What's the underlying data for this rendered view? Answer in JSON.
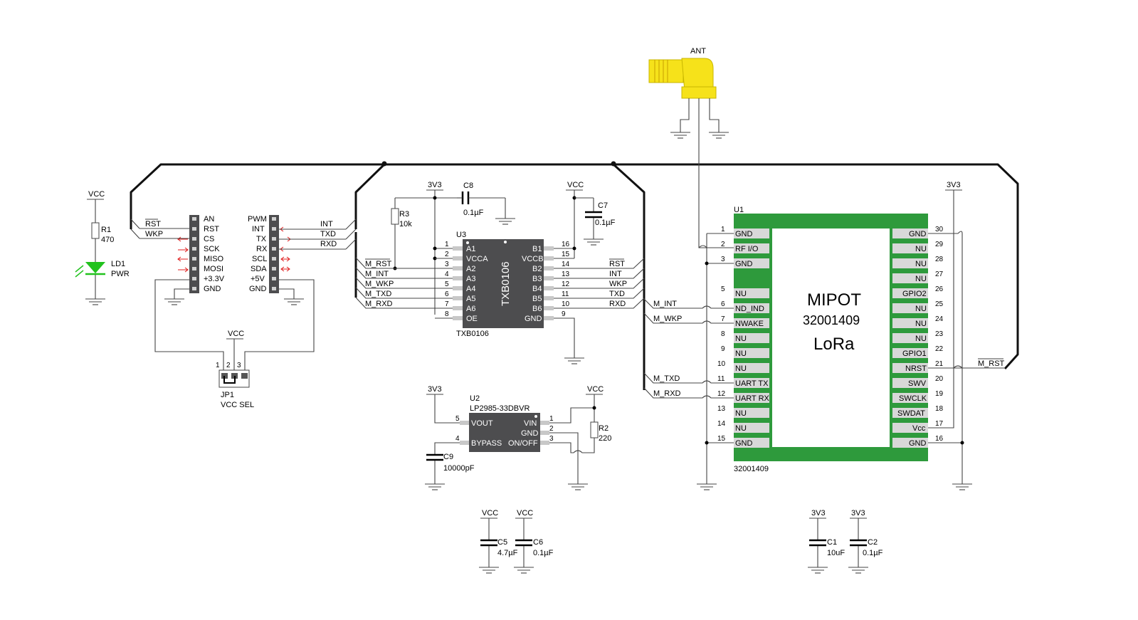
{
  "labels": {
    "ant": "ANT",
    "vcc": "VCC",
    "v33": "3V3"
  },
  "components": {
    "r1": {
      "ref": "R1",
      "value": "470"
    },
    "ld1": {
      "ref": "LD1",
      "value": "PWR"
    },
    "r3": {
      "ref": "R3",
      "value": "10k"
    },
    "c8": {
      "ref": "C8",
      "value": "0.1µF"
    },
    "c7": {
      "ref": "C7",
      "value": "0.1µF"
    },
    "jp1": {
      "ref": "JP1",
      "value": "VCC SEL",
      "pins": [
        "1",
        "2",
        "3"
      ]
    },
    "u3": {
      "ref": "U3",
      "part": "TXB0106"
    },
    "u2": {
      "ref": "U2",
      "part": "LP2985-33DBVR"
    },
    "r2": {
      "ref": "R2",
      "value": "220"
    },
    "c9": {
      "ref": "C9",
      "value": "10000pF"
    },
    "c5": {
      "ref": "C5",
      "value": "4.7µF"
    },
    "c6": {
      "ref": "C6",
      "value": "0.1µF"
    },
    "c1": {
      "ref": "C1",
      "value": "10uF"
    },
    "c2": {
      "ref": "C2",
      "value": "0.1µF"
    },
    "u1": {
      "ref": "U1",
      "part": "32001409",
      "title1": "MIPOT",
      "title2": "32001409",
      "title3": "LoRa"
    }
  },
  "mikrobus": {
    "left_pins": [
      "AN",
      "RST",
      "CS",
      "SCK",
      "MISO",
      "MOSI",
      "+3.3V",
      "GND"
    ],
    "right_pins": [
      "PWM",
      "INT",
      "TX",
      "RX",
      "SCL",
      "SDA",
      "+5V",
      "GND"
    ],
    "left_nets": [
      "RST",
      "WKP"
    ],
    "right_nets": [
      "INT",
      "TXD",
      "RXD"
    ]
  },
  "u3_pins": {
    "left_names": [
      "A1",
      "VCCA",
      "A2",
      "A3",
      "A4",
      "A5",
      "A6",
      "OE"
    ],
    "left_nums": [
      "1",
      "2",
      "3",
      "4",
      "5",
      "6",
      "7",
      "8"
    ],
    "right_names": [
      "B1",
      "VCCB",
      "B2",
      "B3",
      "B4",
      "B5",
      "B6",
      "GND"
    ],
    "right_nums": [
      "16",
      "15",
      "14",
      "13",
      "12",
      "11",
      "10",
      "9"
    ],
    "left_nets": [
      "M_RST",
      "M_INT",
      "M_WKP",
      "M_TXD",
      "M_RXD"
    ],
    "right_nets": [
      "RST",
      "INT",
      "WKP",
      "TXD",
      "RXD"
    ]
  },
  "u2_pins": {
    "left_names": [
      "VOUT",
      "BYPASS"
    ],
    "left_nums": [
      "5",
      "4"
    ],
    "right_names": [
      "VIN",
      "GND",
      "ON/OFF"
    ],
    "right_nums": [
      "1",
      "2",
      "3"
    ]
  },
  "u1_pins": {
    "left_names": [
      "GND",
      "RF I/O",
      "GND",
      "NU",
      "ND_IND",
      "NWAKE",
      "NU",
      "NU",
      "NU",
      "UART TX",
      "UART RX",
      "NU",
      "NU",
      "GND"
    ],
    "left_nums": [
      "1",
      "2",
      "3",
      "5",
      "6",
      "7",
      "8",
      "9",
      "10",
      "11",
      "12",
      "13",
      "14",
      "15"
    ],
    "right_names": [
      "GND",
      "NU",
      "NU",
      "NU",
      "GPIO2",
      "NU",
      "NU",
      "NU",
      "GPIO1",
      "NRST",
      "SWV",
      "SWCLK",
      "SWDAT",
      "Vcc",
      "GND"
    ],
    "right_nums": [
      "30",
      "29",
      "28",
      "27",
      "26",
      "25",
      "24",
      "23",
      "22",
      "21",
      "20",
      "19",
      "18",
      "17",
      "16"
    ],
    "left_nets": [
      "M_INT",
      "M_WKP",
      "M_TXD",
      "M_RXD"
    ],
    "right_net": "M_RST"
  },
  "colors": {
    "chip": "#4d4d4f",
    "pin": "#c8c8c8",
    "module": "#2e9a3c",
    "led": "#22c21e",
    "arrow": "#e01b1b",
    "antenna": "#f6e21a"
  }
}
